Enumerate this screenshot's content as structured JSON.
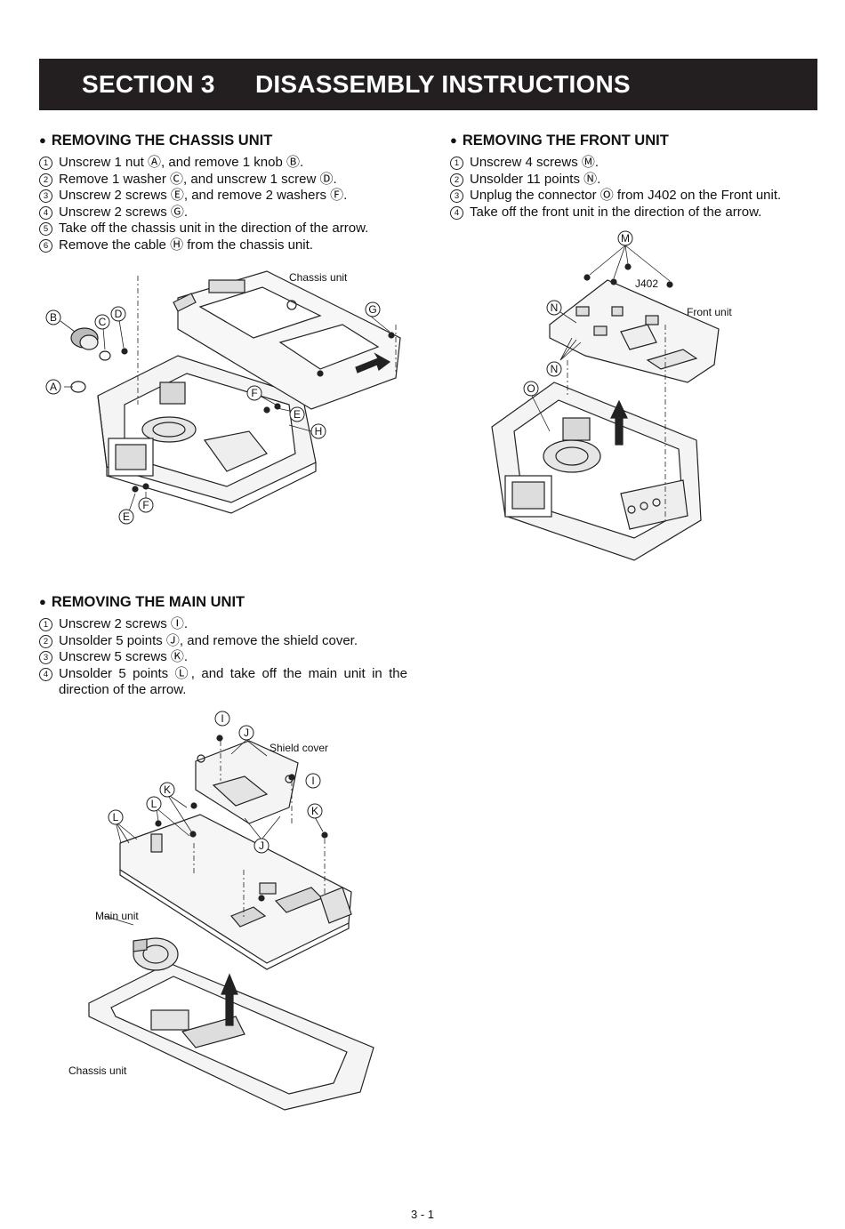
{
  "header": {
    "section": "SECTION 3",
    "title": "DISASSEMBLY INSTRUCTIONS"
  },
  "chassis": {
    "heading": "REMOVING THE CHASSIS UNIT",
    "steps": [
      {
        "num": "1",
        "text": "Unscrew 1 nut Ⓐ, and remove 1 knob Ⓑ."
      },
      {
        "num": "2",
        "text": "Remove 1 washer Ⓒ, and unscrew 1 screw Ⓓ."
      },
      {
        "num": "3",
        "text": "Unscrew 2 screws Ⓔ, and remove 2 washers Ⓕ."
      },
      {
        "num": "4",
        "text": "Unscrew 2 screws Ⓖ."
      },
      {
        "num": "5",
        "text": "Take off the chassis unit in the direction of the arrow."
      },
      {
        "num": "6",
        "text": "Remove the cable Ⓗ from the chassis unit."
      }
    ],
    "figure": {
      "label_chassis": "Chassis unit",
      "letters": {
        "a": "A",
        "b": "B",
        "c": "C",
        "d": "D",
        "e": "E",
        "f": "F",
        "g": "G",
        "h": "H"
      }
    }
  },
  "front": {
    "heading": "REMOVING THE FRONT UNIT",
    "steps": [
      {
        "num": "1",
        "text": "Unscrew 4 screws Ⓜ."
      },
      {
        "num": "2",
        "text": "Unsolder 11 points Ⓝ."
      },
      {
        "num": "3",
        "text": "Unplug the connector Ⓞ  from J402 on the Front unit."
      },
      {
        "num": "4",
        "text": "Take off the front unit in the direction of the arrow."
      }
    ],
    "figure": {
      "label_front": "Front unit",
      "label_j402": "J402",
      "letters": {
        "m": "M",
        "n": "N",
        "o": "O"
      }
    }
  },
  "main": {
    "heading": "REMOVING THE MAIN UNIT",
    "steps": [
      {
        "num": "1",
        "text": "Unscrew 2 screws Ⓘ."
      },
      {
        "num": "2",
        "text": "Unsolder 5 points Ⓙ, and remove the shield cover."
      },
      {
        "num": "3",
        "text": "Unscrew 5 screws Ⓚ."
      },
      {
        "num": "4",
        "text": "Unsolder 5 points Ⓛ, and take off the main unit in the direction of the arrow."
      }
    ],
    "figure": {
      "label_shield": "Shield cover",
      "label_main": "Main unit",
      "label_chassis": "Chassis unit",
      "letters": {
        "i": "I",
        "j": "J",
        "k": "K",
        "l": "L"
      }
    }
  },
  "footer": {
    "page": "3 - 1"
  }
}
